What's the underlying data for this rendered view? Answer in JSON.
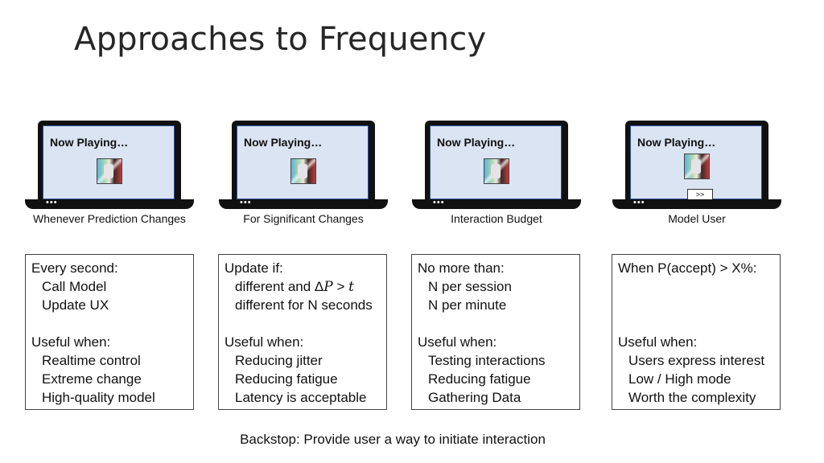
{
  "slide": {
    "title": "Approaches to Frequency",
    "backstop": "Backstop: Provide user a way to initiate interaction"
  },
  "laptop": {
    "now_playing": "Now Playing…",
    "skip_label": ">>",
    "dots": "•••"
  },
  "columns": [
    {
      "caption": "Whenever Prediction Changes",
      "header": "Every second:",
      "rules": [
        "Call Model",
        "Update UX"
      ],
      "useful_header": "Useful when:",
      "useful": [
        "Realtime control",
        "Extreme change",
        "High-quality model"
      ]
    },
    {
      "caption": "For Significant Changes",
      "header": "Update if:",
      "rules": [
        "different and ΔP > t",
        "different for N seconds"
      ],
      "rule_parts": {
        "prefix": "different and Δ",
        "var1": "P",
        "op": " > ",
        "var2": "t"
      },
      "useful_header": "Useful when:",
      "useful": [
        "Reducing jitter",
        "Reducing fatigue",
        "Latency is acceptable"
      ]
    },
    {
      "caption": "Interaction Budget",
      "header": "No more than:",
      "rules": [
        "N per session",
        "N per minute"
      ],
      "useful_header": "Useful when:",
      "useful": [
        "Testing interactions",
        "Reducing fatigue",
        "Gathering Data"
      ]
    },
    {
      "caption": "Model User",
      "header": "When P(accept) > X%:",
      "rules": [],
      "useful_header": "Useful when:",
      "useful": [
        "Users express interest",
        "Low / High mode",
        "Worth the complexity"
      ]
    }
  ]
}
